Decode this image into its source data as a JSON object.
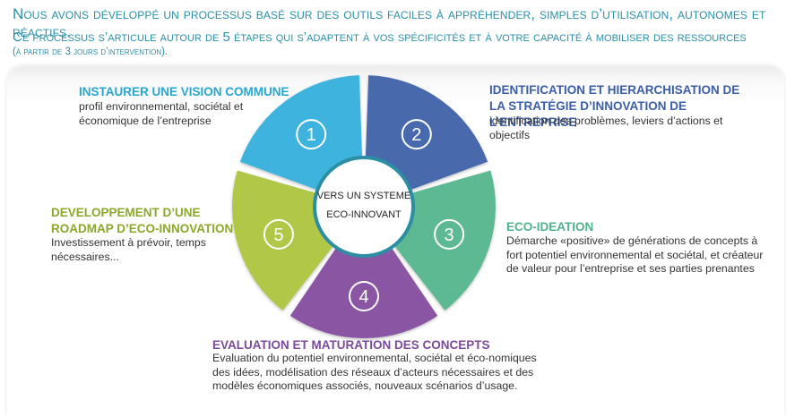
{
  "intro": {
    "line1": "Nous avons développé un processus basé sur des outils faciles à appréhender, simples d’utilisation, autonomes et réactifs.",
    "line2": "Ce processus s’articule autour de 5 étapes qui s’adaptent à vos spécificités et à votre capacité à mobiliser des ressources",
    "line3": "(à partir de 3 jours d’intervention)."
  },
  "center": {
    "line1": "VERS UN SYSTEME",
    "line2": "ECO-INNOVANT"
  },
  "colors": {
    "step1": "#3db3de",
    "step2": "#4a69ad",
    "step3": "#5bb992",
    "step4": "#8a54a3",
    "step5": "#b1c746",
    "center_ring": "#2b8ea3"
  },
  "steps": [
    {
      "number": "1",
      "title": "INSTAURER UNE VISION COMMUNE",
      "description": "profil environnemental, sociétal et économique de l’entreprise"
    },
    {
      "number": "2",
      "title": "IDENTIFICATION ET HIERARCHISATION DE LA STRATÉGIE D’INNOVATION DE L’ENTREPRISE",
      "description": "identification des problèmes, leviers d’actions et objectifs"
    },
    {
      "number": "3",
      "title": "ECO-IDEATION",
      "description": "Démarche «positive» de générations de concepts à fort potentiel environnemental et sociétal, et créateur de valeur pour l’entreprise et ses parties prenantes"
    },
    {
      "number": "4",
      "title": "EVALUATION ET MATURATION DES CONCEPTS",
      "description": "Evaluation du potentiel environnemental, sociétal et éco-nomiques des idées, modélisation des réseaux d’acteurs nécessaires et des modèles économiques associés, nouveaux scénarios d’usage."
    },
    {
      "number": "5",
      "title": "DEVELOPPEMENT D’UNE ROADMAP D’ECO-INNOVATION",
      "description": "Investissement à prévoir, temps nécessaires..."
    }
  ]
}
